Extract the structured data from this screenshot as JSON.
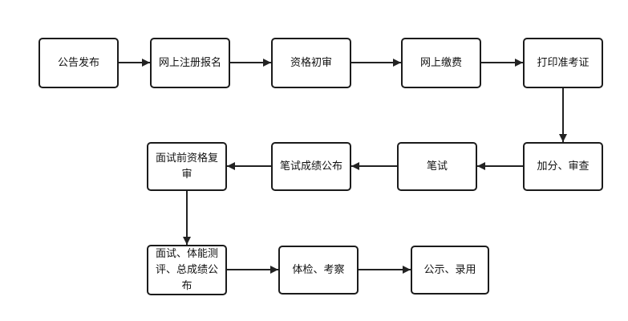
{
  "diagram": {
    "type": "flowchart",
    "line_color": "#222222",
    "box_border_color": "#1b1b1b",
    "background_color": "#ffffff",
    "nodes": [
      {
        "id": "announcement",
        "label": "公告发布"
      },
      {
        "id": "online-registration",
        "label": "网上注册报名"
      },
      {
        "id": "initial-qualification",
        "label": "资格初审"
      },
      {
        "id": "online-payment",
        "label": "网上缴费"
      },
      {
        "id": "print-admission-ticket",
        "label": "打印准考证"
      },
      {
        "id": "bonus-points-review",
        "label": "加分、审查"
      },
      {
        "id": "written-exam",
        "label": "笔试"
      },
      {
        "id": "written-exam-results",
        "label": "笔试成绩公布"
      },
      {
        "id": "pre-interview-recheck",
        "label": "面试前资格复审"
      },
      {
        "id": "interview-fitness-total",
        "label": "面试、体能测评、总成绩公布"
      },
      {
        "id": "physical-exam-inspection",
        "label": "体检、考察"
      },
      {
        "id": "publicity-employment",
        "label": "公示、录用"
      }
    ],
    "edges": [
      {
        "from": "announcement",
        "to": "online-registration",
        "direction": "right"
      },
      {
        "from": "online-registration",
        "to": "initial-qualification",
        "direction": "right"
      },
      {
        "from": "initial-qualification",
        "to": "online-payment",
        "direction": "right"
      },
      {
        "from": "online-payment",
        "to": "print-admission-ticket",
        "direction": "right"
      },
      {
        "from": "print-admission-ticket",
        "to": "bonus-points-review",
        "direction": "down"
      },
      {
        "from": "bonus-points-review",
        "to": "written-exam",
        "direction": "left"
      },
      {
        "from": "written-exam",
        "to": "written-exam-results",
        "direction": "left"
      },
      {
        "from": "written-exam-results",
        "to": "pre-interview-recheck",
        "direction": "left"
      },
      {
        "from": "pre-interview-recheck",
        "to": "interview-fitness-total",
        "direction": "down"
      },
      {
        "from": "interview-fitness-total",
        "to": "physical-exam-inspection",
        "direction": "right"
      },
      {
        "from": "physical-exam-inspection",
        "to": "publicity-employment",
        "direction": "right"
      }
    ]
  }
}
